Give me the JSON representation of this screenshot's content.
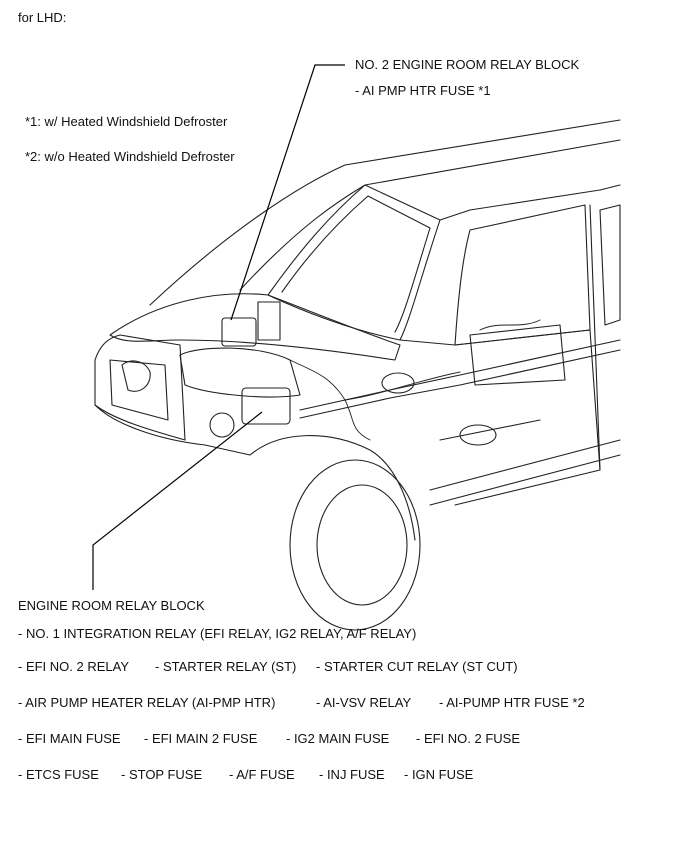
{
  "header": {
    "scope": "for LHD:"
  },
  "footnotes": {
    "note1": "*1: w/ Heated Windshield Defroster",
    "note2": "*2: w/o Heated Windshield Defroster"
  },
  "callout_top": {
    "title": "NO. 2 ENGINE ROOM RELAY BLOCK",
    "item": "- AI PMP HTR FUSE *1"
  },
  "callout_bottom": {
    "title": "ENGINE ROOM RELAY BLOCK",
    "rows": [
      [
        "- NO. 1 INTEGRATION RELAY (EFI RELAY, IG2 RELAY, A/F RELAY)"
      ],
      [
        "- EFI NO. 2 RELAY",
        "- STARTER RELAY (ST)",
        "- STARTER CUT RELAY (ST CUT)"
      ],
      [
        "- AIR PUMP HEATER RELAY (AI-PMP HTR)",
        "- AI-VSV RELAY",
        "- AI-PUMP HTR FUSE *2"
      ],
      [
        "- EFI MAIN FUSE",
        "- EFI MAIN 2 FUSE",
        "- IG2 MAIN FUSE",
        "- EFI NO. 2 FUSE"
      ],
      [
        "- ETCS FUSE",
        "- STOP FUSE",
        "- A/F FUSE",
        "- INJ FUSE",
        "- IGN FUSE"
      ]
    ]
  }
}
